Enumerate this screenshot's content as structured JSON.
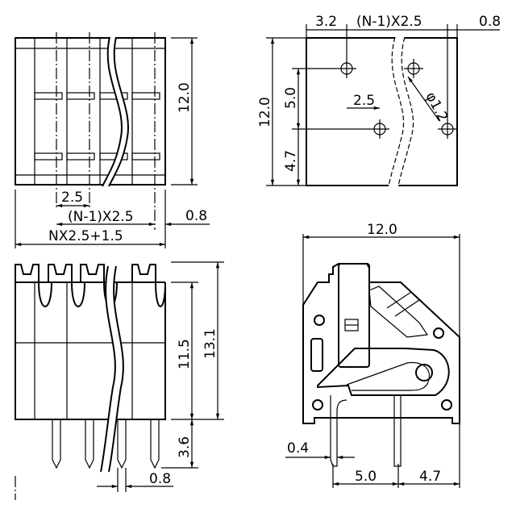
{
  "title": "Terminal block dimension drawing",
  "top_view": {
    "height": "12.0",
    "pitch": "2.5",
    "span": "(N-1)X2.5",
    "offset": "0.8",
    "total": "NX2.5+1.5"
  },
  "pcb_layout": {
    "left": "3.2",
    "span": "(N-1)X2.5",
    "right": "0.8",
    "height": "12.0",
    "row_upper": "5.0",
    "row_lower": "4.7",
    "pitch": "2.5",
    "hole": "φ1.2"
  },
  "front_view": {
    "body": "11.5",
    "total": "13.1",
    "pin": "3.6",
    "pin_width": "0.8"
  },
  "side_view": {
    "width": "12.0",
    "pin_thickness": "0.4",
    "pin_spacing": "5.0",
    "pin_offset": "4.7"
  }
}
